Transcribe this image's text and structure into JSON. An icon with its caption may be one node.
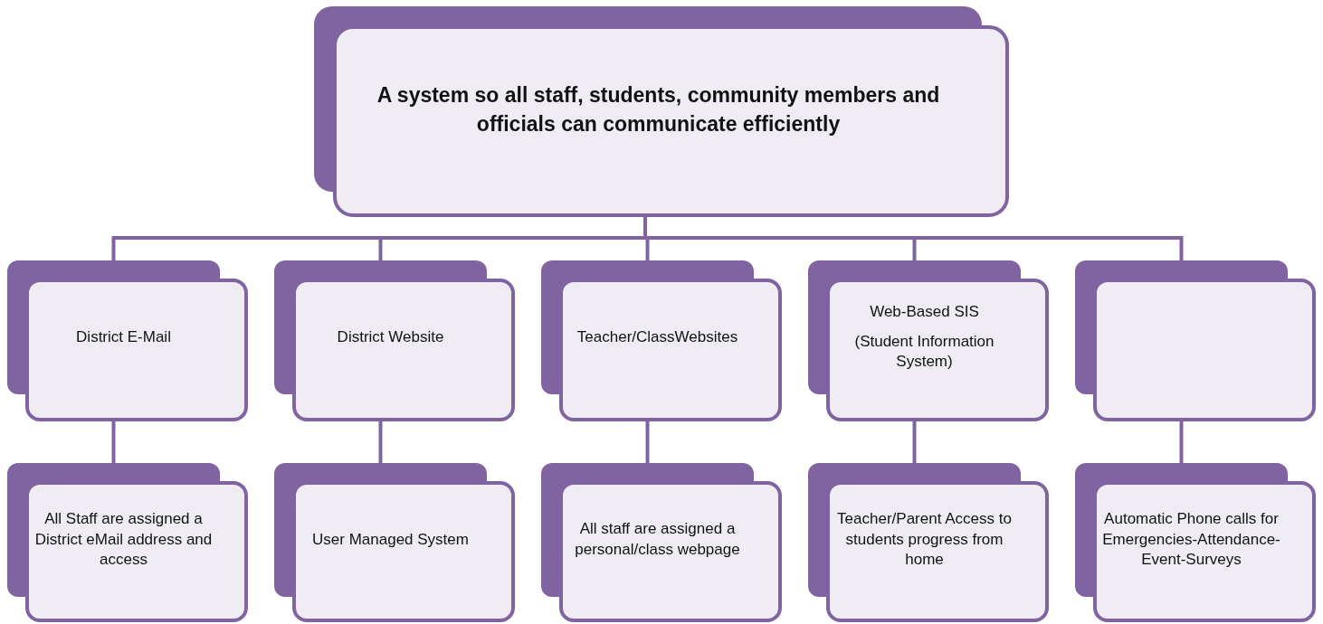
{
  "diagram": {
    "nodes": [
      {
        "text": [
          "A system so all staff, students, community members and officials can communicate efficiently"
        ]
      },
      {
        "text": [
          "District E-Mail"
        ]
      },
      {
        "text": [
          "District Website"
        ]
      },
      {
        "text": [
          "Teacher/ClassWebsites"
        ]
      },
      {
        "text": [
          "Web-Based SIS",
          "(Student Information System)"
        ]
      },
      {
        "text": [],
        "shape": "box"
      },
      {
        "text": [
          "All Staff are assigned a District eMail address and access"
        ]
      },
      {
        "text": [
          "User Managed System"
        ]
      },
      {
        "text": [
          "All staff are assigned a personal/class webpage"
        ]
      },
      {
        "text": [
          "Teacher/Parent Access to students progress from home"
        ]
      },
      {
        "text": [
          "Automatic Phone calls for Emergencies-Attendance-Event-Surveys"
        ]
      }
    ],
    "edges": [
      {
        "from": 0,
        "to": 1,
        "arrow": "none"
      },
      {
        "from": 0,
        "to": 2,
        "arrow": "none"
      },
      {
        "from": 0,
        "to": 3,
        "arrow": "none"
      },
      {
        "from": 0,
        "to": 4,
        "arrow": "none"
      },
      {
        "from": 0,
        "to": 5,
        "arrow": "none"
      },
      {
        "from": 1,
        "to": 6,
        "arrow": "none"
      },
      {
        "from": 2,
        "to": 7,
        "arrow": "none"
      },
      {
        "from": 3,
        "to": 8,
        "arrow": "none"
      },
      {
        "from": 4,
        "to": 9,
        "arrow": "none"
      },
      {
        "from": 5,
        "to": 10,
        "arrow": "none"
      }
    ]
  }
}
